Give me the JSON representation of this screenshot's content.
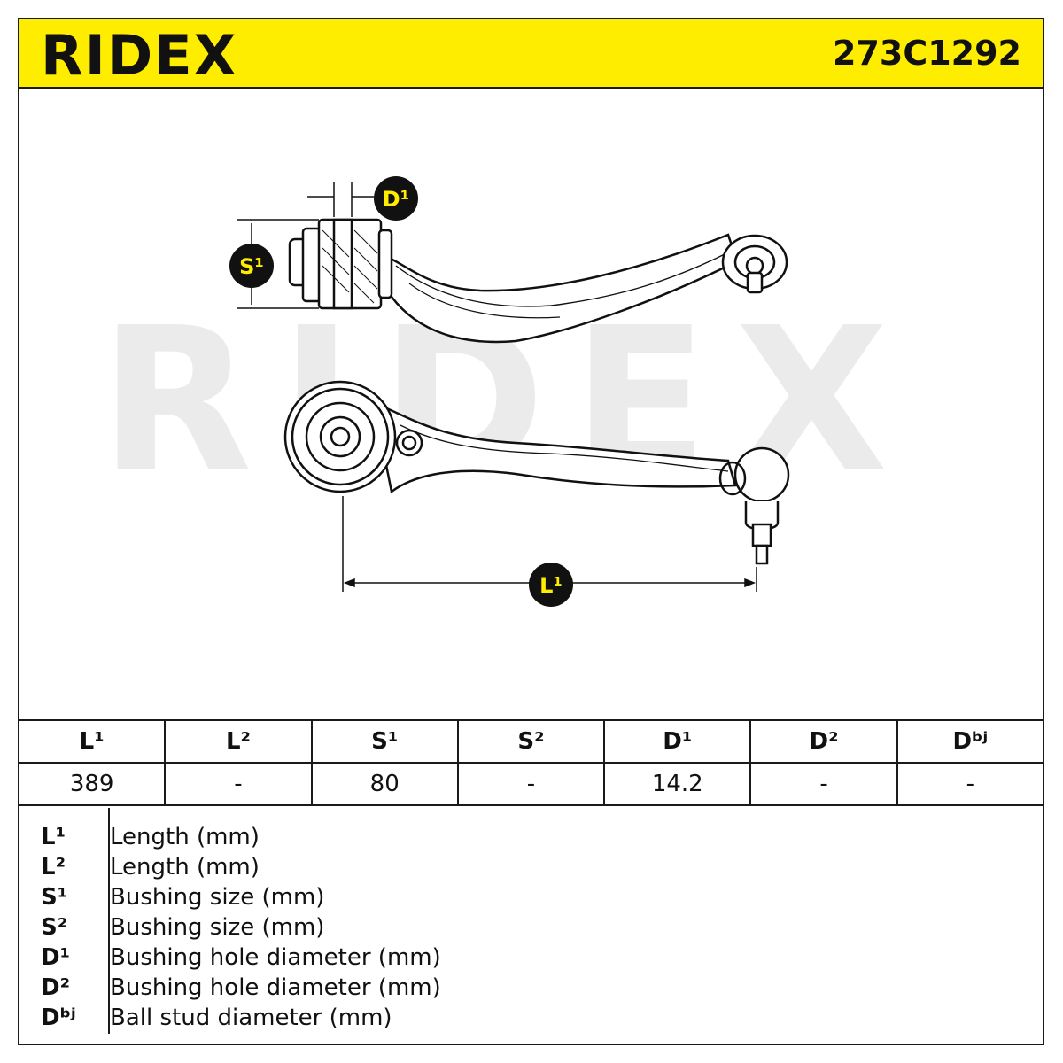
{
  "brand": {
    "name": "RIDEX",
    "color": "#ffed00"
  },
  "part_number": "273C1292",
  "watermark": "RIDEX",
  "diagram": {
    "labels": {
      "d1": "D¹",
      "s1": "S¹",
      "l1": "L¹"
    }
  },
  "spec_table": {
    "headers": [
      "L¹",
      "L²",
      "S¹",
      "S²",
      "D¹",
      "D²",
      "Dᵇʲ"
    ],
    "values": [
      "389",
      "-",
      "80",
      "-",
      "14.2",
      "-",
      "-"
    ]
  },
  "legend": [
    {
      "symbol": "L¹",
      "description": "Length (mm)"
    },
    {
      "symbol": "L²",
      "description": "Length (mm)"
    },
    {
      "symbol": "S¹",
      "description": "Bushing size (mm)"
    },
    {
      "symbol": "S²",
      "description": "Bushing size (mm)"
    },
    {
      "symbol": "D¹",
      "description": "Bushing hole diameter (mm)"
    },
    {
      "symbol": "D²",
      "description": "Bushing hole diameter (mm)"
    },
    {
      "symbol": "Dᵇʲ",
      "description": "Ball stud diameter (mm)"
    }
  ]
}
